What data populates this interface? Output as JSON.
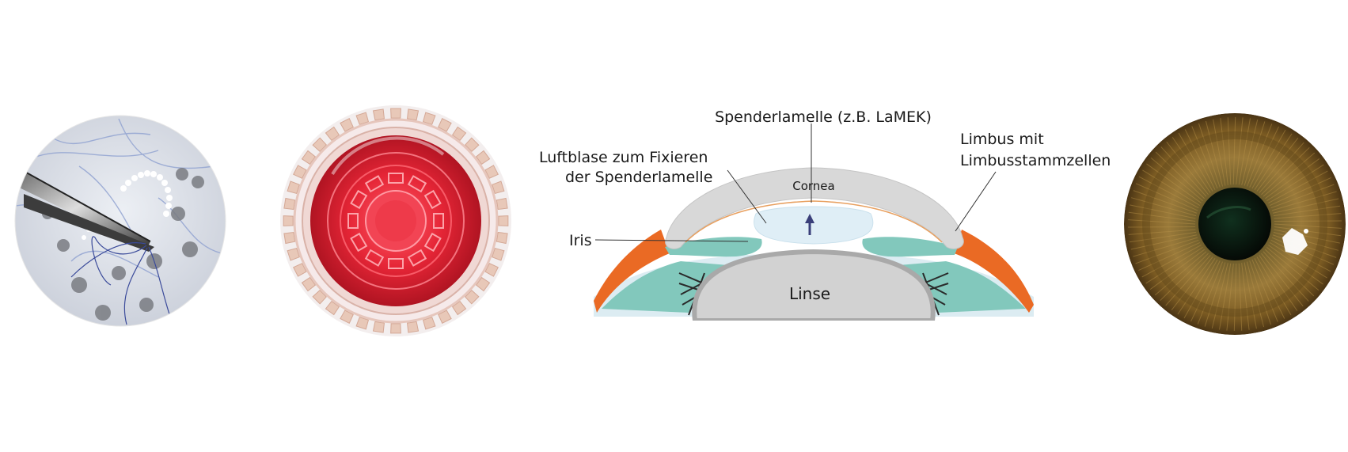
{
  "figure": {
    "panels": [
      {
        "name": "surgery-photo",
        "content": "forceps-and-suture"
      },
      {
        "name": "culture-dish-photo",
        "content": "red-culture-medium"
      },
      {
        "name": "eye-cross-section-diagram",
        "content": "anterior-eye-schematic"
      },
      {
        "name": "iris-photo",
        "content": "brown-iris-close-up"
      }
    ],
    "labels": {
      "donor_lamella": "Spenderlamelle (z.B. LaMEK)",
      "air_bubble_line1": "Luftblase zum Fixieren",
      "air_bubble_line2": "der Spenderlamelle",
      "limbus_line1": "Limbus mit",
      "limbus_line2": "Limbusstammzellen",
      "cornea": "Cornea",
      "iris": "Iris",
      "lens": "Linse"
    },
    "colors": {
      "cornea": "#d8d8d8",
      "donor_lamella": "#dfeef6",
      "iris_tissue": "#82c8bc",
      "limbus": "#ea6a24",
      "lens": "#d2d2d2",
      "arrow": "#3a3f7a",
      "culture_medium": "#e02a3a",
      "iris_brown": "#8a6a2e"
    }
  }
}
